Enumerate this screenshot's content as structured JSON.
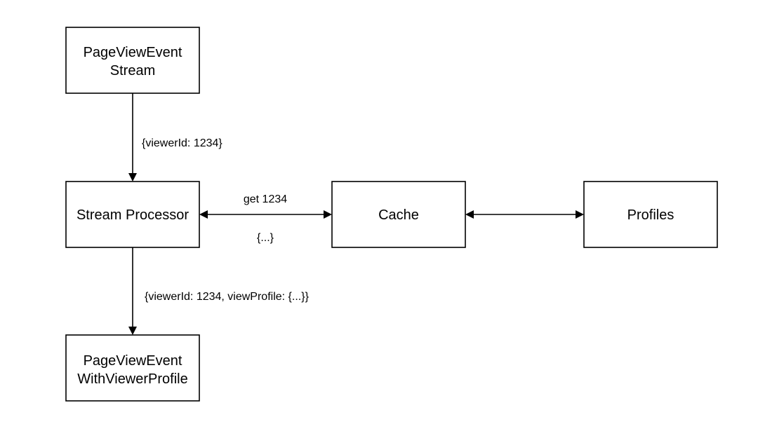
{
  "diagram": {
    "nodes": {
      "pageview_stream": {
        "line1": "PageViewEvent",
        "line2": "Stream"
      },
      "stream_processor": {
        "label": "Stream Processor"
      },
      "cache": {
        "label": "Cache"
      },
      "profiles": {
        "label": "Profiles"
      },
      "enriched_event": {
        "line1": "PageViewEvent",
        "line2": "WithViewerProfile"
      }
    },
    "edges": {
      "stream_to_processor": {
        "label": "{viewerId: 1234}"
      },
      "processor_cache_request": {
        "label": "get 1234"
      },
      "processor_cache_response": {
        "label": "{...}"
      },
      "processor_to_output": {
        "label": "{viewerId: 1234, viewProfile: {...}}"
      }
    }
  }
}
